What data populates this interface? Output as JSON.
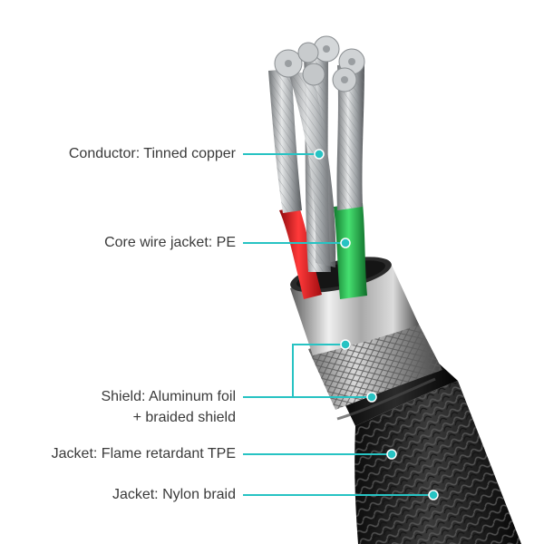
{
  "labels": {
    "conductor": "Conductor: Tinned copper",
    "core_jacket": "Core wire jacket: PE",
    "shield_line1": "Shield: Aluminum foil",
    "shield_line2": "+ braided shield",
    "jacket_tpe": "Jacket: Flame retardant TPE",
    "jacket_braid": "Jacket: Nylon braid"
  },
  "colors": {
    "leader": "#27c3c3",
    "text": "#3a3a3a",
    "core_red": "#e3151a",
    "core_green": "#22b24a",
    "braid_outer": "#1b1b1b",
    "foil": "#b9b9b9",
    "conductor": "#9fa3a6"
  }
}
